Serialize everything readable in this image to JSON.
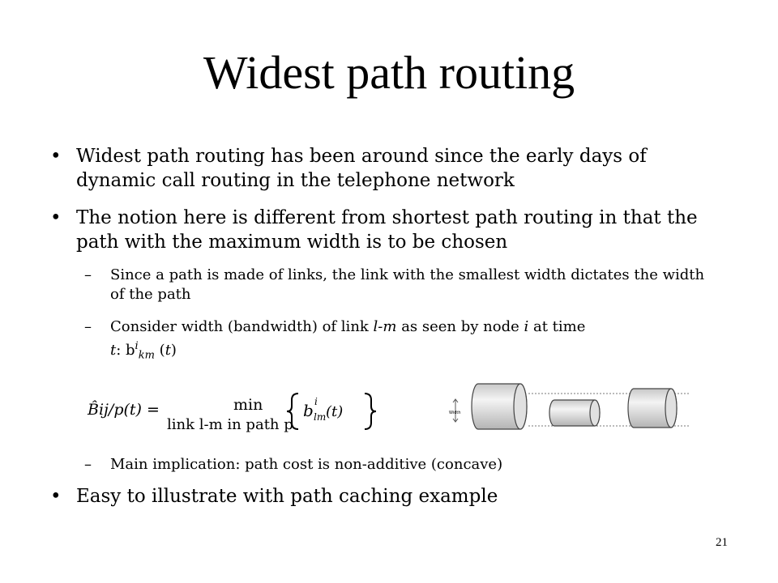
{
  "slide": {
    "title": "Widest path routing",
    "bullets": [
      {
        "text": "Widest path routing has been around since the early days of dynamic call routing in the telephone network"
      },
      {
        "text": "The notion here is different from shortest path routing in that the path with the maximum width is to be chosen"
      },
      {
        "text": "Easy to illustrate with path caching example"
      }
    ],
    "subbullets": {
      "s1": "Since a path is made of links, the link with the smallest width dictates the width of the path",
      "s2_a": "Consider width (bandwidth) of link ",
      "s2_lm": "l-m",
      "s2_b": " as seen by node ",
      "s2_i": "i",
      "s2_c": " at time",
      "s2_t": "t",
      "s2_d": ": b",
      "s2_sup": "i",
      "s2_sub": "km",
      "s2_e": " (",
      "s2_t2": "t",
      "s2_f": ")",
      "s3": "Main implication: path cost is non-additive (concave)"
    },
    "formula": {
      "lhs": "B̂ij/p(t) =",
      "op": "min",
      "range": "link l-m in path p",
      "rhs_b": "b",
      "rhs_sup": "i",
      "rhs_sub": "lm",
      "rhs_t": "(t)"
    },
    "figure": {
      "width_label": "Width"
    },
    "page_number": "21"
  }
}
